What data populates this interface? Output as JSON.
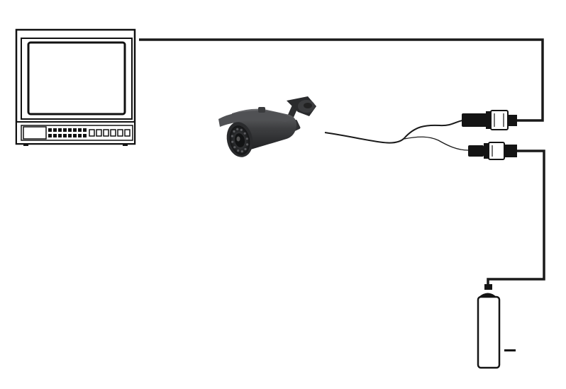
{
  "diagram": {
    "components": [
      {
        "id": "monitor",
        "icon": "crt-monitor-icon"
      },
      {
        "id": "camera",
        "icon": "bullet-camera-icon"
      },
      {
        "id": "video-connector",
        "icon": "bnc-connector-icon"
      },
      {
        "id": "power-connector",
        "icon": "dc-power-connector-icon"
      },
      {
        "id": "power-adapter",
        "icon": "power-adapter-icon"
      }
    ],
    "connections": [
      {
        "from": "monitor",
        "to": "video-connector",
        "type": "video-cable"
      },
      {
        "from": "camera",
        "to": "video-connector",
        "type": "camera-video-lead"
      },
      {
        "from": "camera",
        "to": "power-connector",
        "type": "camera-power-lead"
      },
      {
        "from": "power-connector",
        "to": "power-adapter",
        "type": "power-cable"
      }
    ],
    "colors": {
      "line": "#1a1a1a",
      "camera_body": "#3e3f41",
      "monitor_frame": "#111111",
      "background": "#ffffff"
    }
  }
}
